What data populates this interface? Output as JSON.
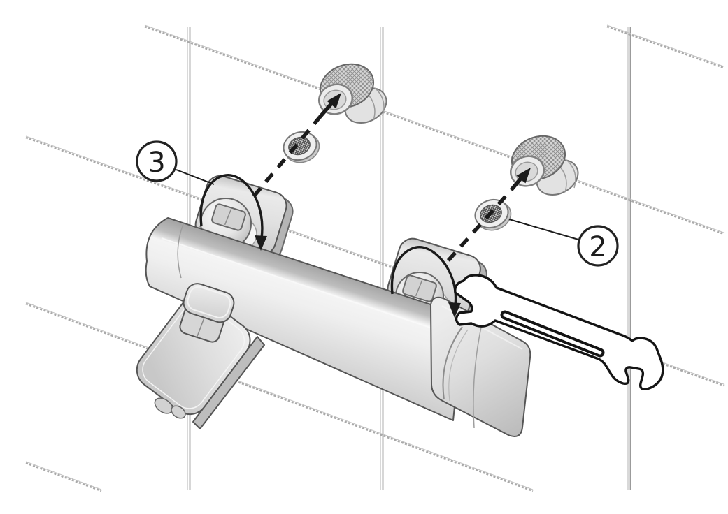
{
  "diagram": {
    "type": "installation-step-illustration",
    "subject": "wall-mounted-bath-mixer-tap-mounting",
    "callouts": [
      {
        "label": "3",
        "target": "tighten-rotation-left-union"
      },
      {
        "label": "2",
        "target": "filter-gasket-right"
      }
    ],
    "parts": [
      {
        "name": "wall-tile-grid"
      },
      {
        "name": "mixer-body"
      },
      {
        "name": "left-wall-flange"
      },
      {
        "name": "right-wall-flange"
      },
      {
        "name": "spout"
      },
      {
        "name": "diverter-knob"
      },
      {
        "name": "eccentric-union-nut-top"
      },
      {
        "name": "eccentric-union-nut-right"
      },
      {
        "name": "filter-gasket-top"
      },
      {
        "name": "filter-gasket-right"
      },
      {
        "name": "assembly-dashed-arrow-left"
      },
      {
        "name": "assembly-dashed-arrow-right"
      },
      {
        "name": "rotation-arrow-left"
      },
      {
        "name": "rotation-arrow-right"
      },
      {
        "name": "open-end-wrench"
      }
    ],
    "colors": {
      "ink": "#1b1b1b",
      "wall_line": "#a9a9a9",
      "metal_light": "#f2f2f2",
      "metal_mid": "#d9d9d9",
      "metal_dark": "#a6a6a6",
      "paper": "#ffffff"
    }
  }
}
